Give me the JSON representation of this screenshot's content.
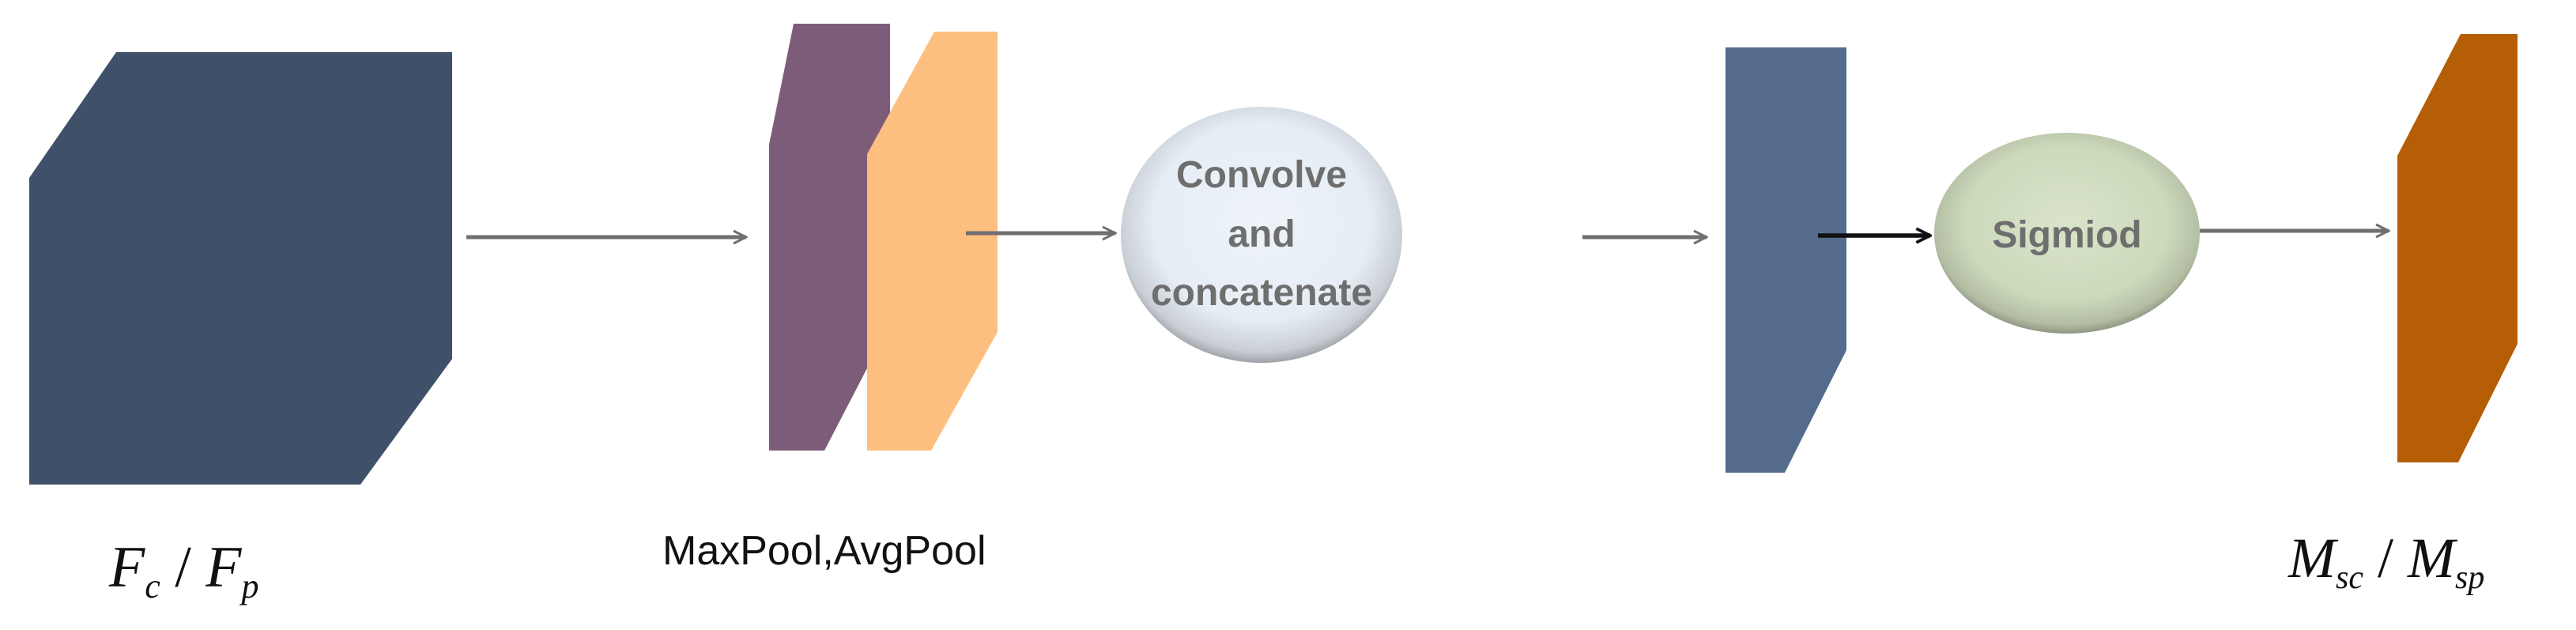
{
  "colors": {
    "input_block": "#3f5069",
    "maxpool_map": "#7d5c79",
    "avgpool_map": "#fdbf80",
    "conv_output_map": "#556b8c",
    "output_map": "#b55e05",
    "arrow_gray": "#6f6f6f",
    "arrow_black": "#111111",
    "convolve_fill": "#e9eff6",
    "sigmoid_fill": "#cfdcbe"
  },
  "nodes": {
    "convolve": {
      "line1": "Convolve",
      "line2": "and",
      "line3": "concatenate"
    },
    "sigmoid": {
      "label": "Sigmiod"
    }
  },
  "captions": {
    "input": {
      "f1": "F",
      "f1_sub": "c",
      "sep": " / ",
      "f2": "F",
      "f2_sub": "p"
    },
    "pool": "MaxPool,AvgPool",
    "output": {
      "m1": "M",
      "m1_sub": "sc",
      "sep": " / ",
      "m2": "M",
      "m2_sub": "sp"
    }
  }
}
